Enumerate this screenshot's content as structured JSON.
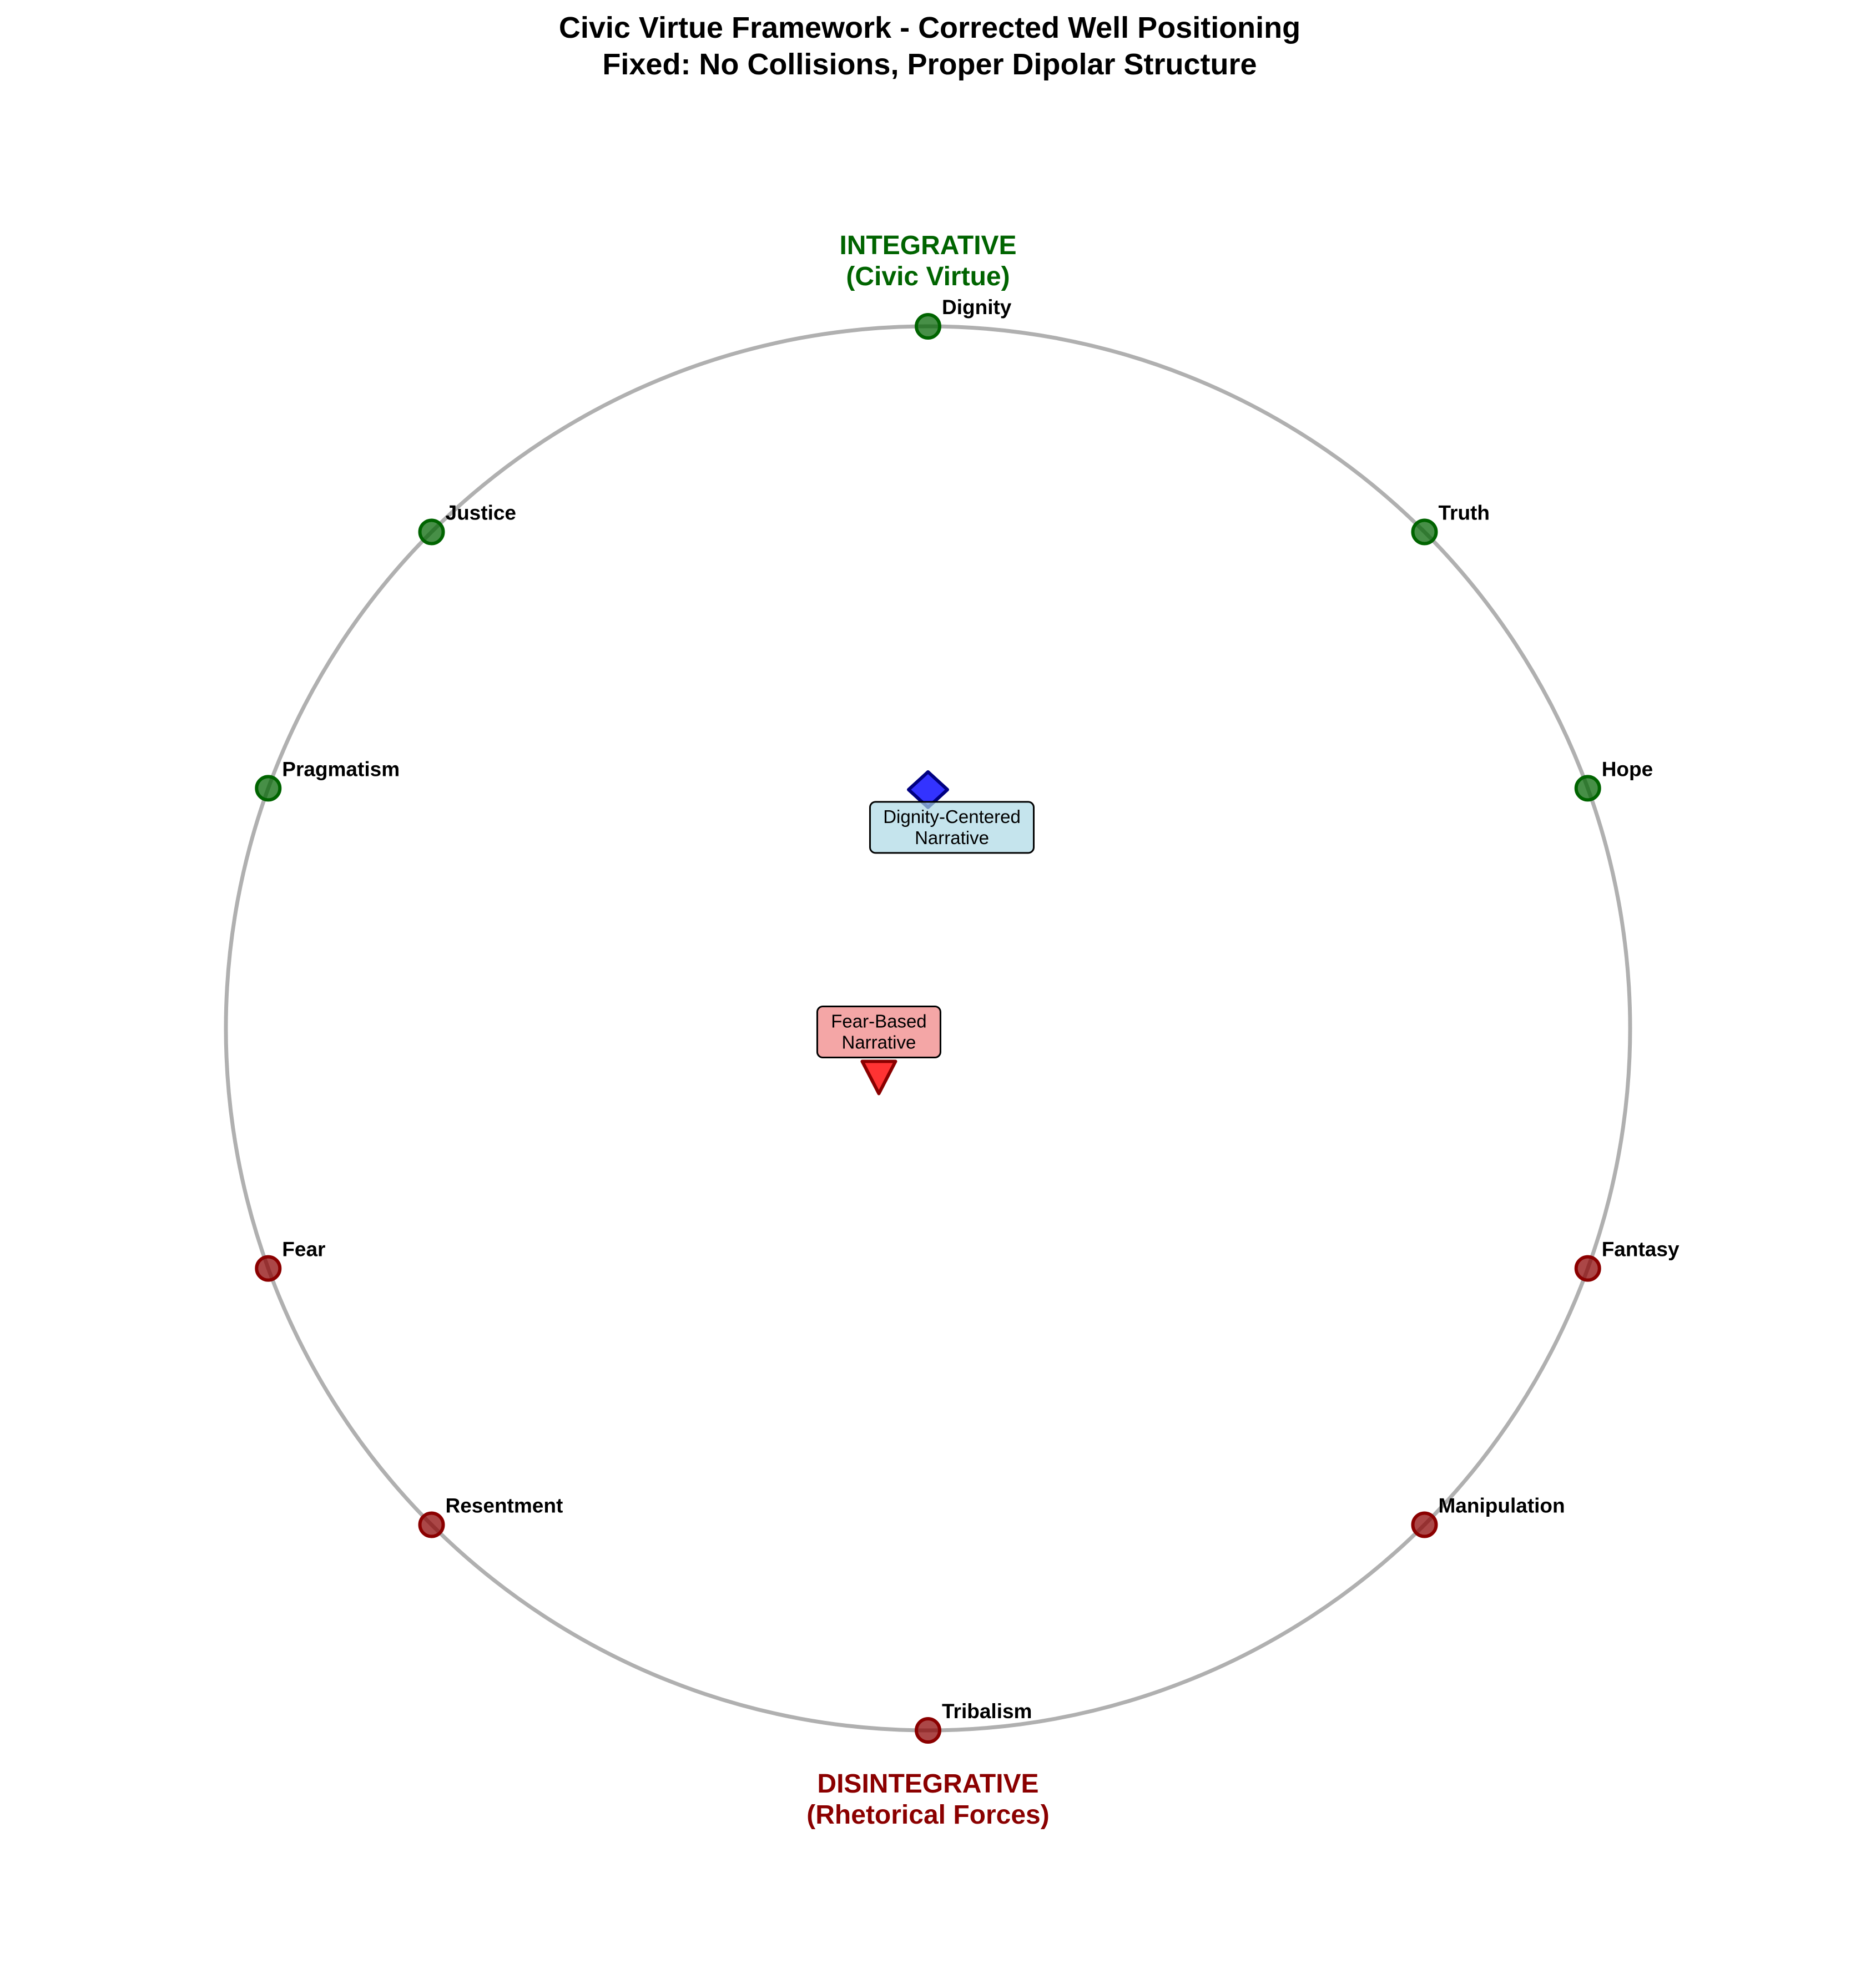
{
  "chart_data": {
    "type": "scatter",
    "title": "Civic Virtue Framework - Corrected Well Positioning",
    "subtitle": "Fixed: No Collisions, Proper Dipolar Structure",
    "xlim": [
      -1.2,
      1.2
    ],
    "ylim": [
      -1.2,
      1.2
    ],
    "grid": false,
    "circle_radius": 1.0,
    "poles": {
      "top": {
        "line1": "INTEGRATIVE",
        "line2": "(Civic Virtue)",
        "color": "#006400"
      },
      "bottom": {
        "line1": "DISINTEGRATIVE",
        "line2": "(Rhetorical Forces)",
        "color": "#8b0000"
      }
    },
    "wells": [
      {
        "name": "Dignity",
        "angle": 90,
        "type": "integrative"
      },
      {
        "name": "Truth",
        "angle": 45,
        "type": "integrative"
      },
      {
        "name": "Hope",
        "angle": 20,
        "type": "integrative"
      },
      {
        "name": "Justice",
        "angle": 135,
        "type": "integrative"
      },
      {
        "name": "Pragmatism",
        "angle": 160,
        "type": "integrative"
      },
      {
        "name": "Fantasy",
        "angle": -20,
        "type": "disintegrative"
      },
      {
        "name": "Manipulation",
        "angle": -45,
        "type": "disintegrative"
      },
      {
        "name": "Tribalism",
        "angle": -90,
        "type": "disintegrative"
      },
      {
        "name": "Fear",
        "angle": -160,
        "type": "disintegrative"
      },
      {
        "name": "Resentment",
        "angle": -135,
        "type": "disintegrative"
      }
    ],
    "narratives": [
      {
        "name": "Dignity-Centered Narrative",
        "label_line1": "Dignity-Centered",
        "label_line2": "Narrative",
        "x": 0.0,
        "y": 0.34,
        "marker": "diamond",
        "color": "#0000ff",
        "box_color": "#add8e6",
        "label_side": "below"
      },
      {
        "name": "Fear-Based Narrative",
        "label_line1": "Fear-Based",
        "label_line2": "Narrative",
        "x": -0.07,
        "y": -0.07,
        "marker": "triangle-down",
        "color": "#ff0000",
        "box_color": "#f08080",
        "label_side": "above"
      }
    ],
    "colors": {
      "integrative": "#006400",
      "disintegrative": "#8b0000",
      "circle": "#b0b0b0"
    }
  }
}
